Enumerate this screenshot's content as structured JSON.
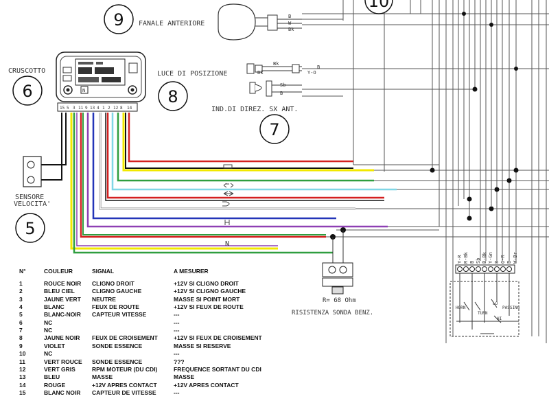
{
  "labels": {
    "cruscotto": "CRUSCOTTO",
    "fanale": "FANALE ANTERIORE",
    "luce": "LUCE DI POSIZIONE",
    "indicatore": "IND.DI DIREZ. SX ANT.",
    "sensore1": "SENSORE",
    "sensore2": "VELOCITA'",
    "resistenza": "R= 68 Ohm",
    "sonda": "RISISTENZA SONDA BENZ.",
    "neutral_mark": "N",
    "dash_n": "N"
  },
  "callouts": [
    "9",
    "6",
    "8",
    "7",
    "5",
    "10"
  ],
  "connector_pins": [
    "15",
    "5",
    "3",
    "11",
    "9",
    "13",
    "4",
    "1",
    "2",
    "12",
    "8",
    "14"
  ],
  "wire_colors": {
    "red": "#d42020",
    "yellow": "#f2e800",
    "green": "#2f9e3f",
    "cyan": "#7fd6e6",
    "black": "#111111",
    "blue": "#2335b8",
    "purple": "#8e3fb3",
    "white": "#ffffff",
    "gray": "#888888"
  },
  "connector_labels": {
    "fanale": [
      "B",
      "W",
      "Bk"
    ],
    "luce": [
      "Bk",
      "B",
      "Y-O"
    ],
    "ind": [
      "Sb",
      "B"
    ],
    "bottom": [
      "Y-R",
      "R-Bk",
      "B",
      "Sb",
      "B-Bk",
      "Y-Gn",
      "B",
      "O-R",
      "B",
      "W-Br"
    ]
  },
  "switch_labels": {
    "horn": "HORN",
    "turn": "TURN",
    "passing": "PASSING",
    "lo": "LO",
    "hi": "HI"
  },
  "table": {
    "headers": [
      "N°",
      "COULEUR",
      "SIGNAL",
      "A MESURER"
    ],
    "rows": [
      [
        "1",
        "ROUCE NOIR",
        "CLIGNO DROIT",
        "+12V SI CLIGNO DROIT"
      ],
      [
        "2",
        "BLEU CIEL",
        "CLIGNO GAUCHE",
        "+12V SI CLIGNO GAUCHE"
      ],
      [
        "3",
        "JAUNE VERT",
        "NEUTRE",
        "MASSE SI POINT MORT"
      ],
      [
        "4",
        "BLANC",
        "FEUX DE ROUTE",
        "+12V SI FEUX DE ROUTE"
      ],
      [
        "5",
        "BLANC-NOIR",
        "CAPTEUR VITESSE",
        "---"
      ],
      [
        "6",
        "NC",
        "",
        "---"
      ],
      [
        "7",
        "NC",
        "",
        "---"
      ],
      [
        "8",
        "JAUNE NOIR",
        "FEUX DE CROISEMENT",
        "+12V SI FEUX DE CROISEMENT"
      ],
      [
        "9",
        "VIOLET",
        "SONDE ESSENCE",
        "MASSE SI RESERVE"
      ],
      [
        "10",
        "NC",
        "",
        "---"
      ],
      [
        "11",
        "VERT ROUCE",
        "SONDE ESSENCE",
        "???"
      ],
      [
        "12",
        "VERT GRIS",
        "RPM MOTEUR  (DU CDI)",
        "FREQUENCE SORTANT DU CDI"
      ],
      [
        "13",
        "BLEU",
        "MASSE",
        "MASSE"
      ],
      [
        "14",
        "ROUGE",
        "+12V APRES CONTACT",
        "+12V APRES CONTACT"
      ],
      [
        "15",
        "BLANC NOIR",
        "CAPTEUR DE VITESSE",
        "---"
      ]
    ]
  }
}
